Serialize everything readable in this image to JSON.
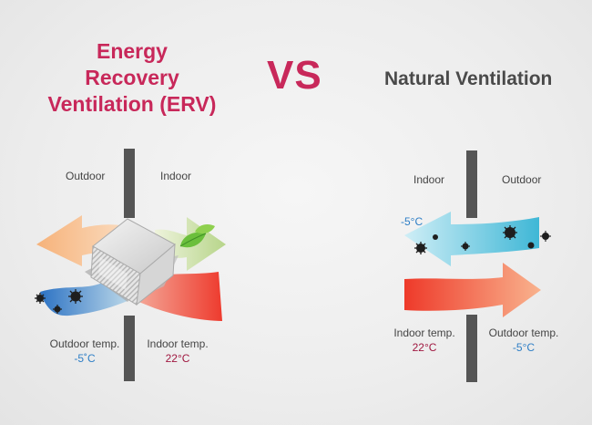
{
  "erv": {
    "title_line1": "Energy",
    "title_line2": "Recovery",
    "title_line3": "Ventilation (ERV)",
    "label_outdoor": "Outdoor",
    "label_indoor": "Indoor",
    "outdoor_temp_label": "Outdoor temp.",
    "outdoor_temp_value": "-5˚C",
    "indoor_temp_label": "Indoor temp.",
    "indoor_temp_value": "22°C"
  },
  "vs_text": "VS",
  "natural": {
    "title": "Natural Ventilation",
    "label_indoor": "Indoor",
    "label_outdoor": "Outdoor",
    "cold_air_temp": "-5°C",
    "indoor_temp_label": "Indoor temp.",
    "indoor_temp_value": "22°C",
    "outdoor_temp_label": "Outdoor temp.",
    "outdoor_temp_value": "-5°C"
  },
  "colors": {
    "accent": "#c8285a",
    "cold": "#2f7fc6",
    "warm": "#a01840",
    "wall": "#555555"
  },
  "icons": [
    "leaf-icon",
    "dust-particle-icon",
    "heat-exchanger-icon"
  ]
}
